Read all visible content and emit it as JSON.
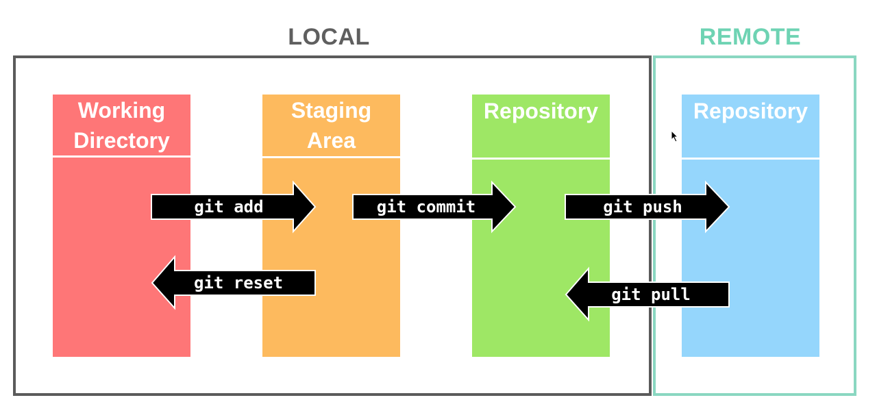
{
  "regions": {
    "local": {
      "title": "LOCAL",
      "color": "#5b5b5b"
    },
    "remote": {
      "title": "REMOTE",
      "color": "#6ed3b3"
    }
  },
  "columns": {
    "working_directory": {
      "line1": "Working",
      "line2": "Directory",
      "color": "#fe7677"
    },
    "staging_area": {
      "line1": "Staging",
      "line2": "Area",
      "color": "#fdba5e"
    },
    "local_repository": {
      "label": "Repository",
      "color": "#9ee765"
    },
    "remote_repository": {
      "label": "Repository",
      "color": "#95d6fc"
    }
  },
  "commands": {
    "add": "git add",
    "commit": "git commit",
    "push": "git push",
    "reset": "git reset",
    "pull": "git pull"
  }
}
